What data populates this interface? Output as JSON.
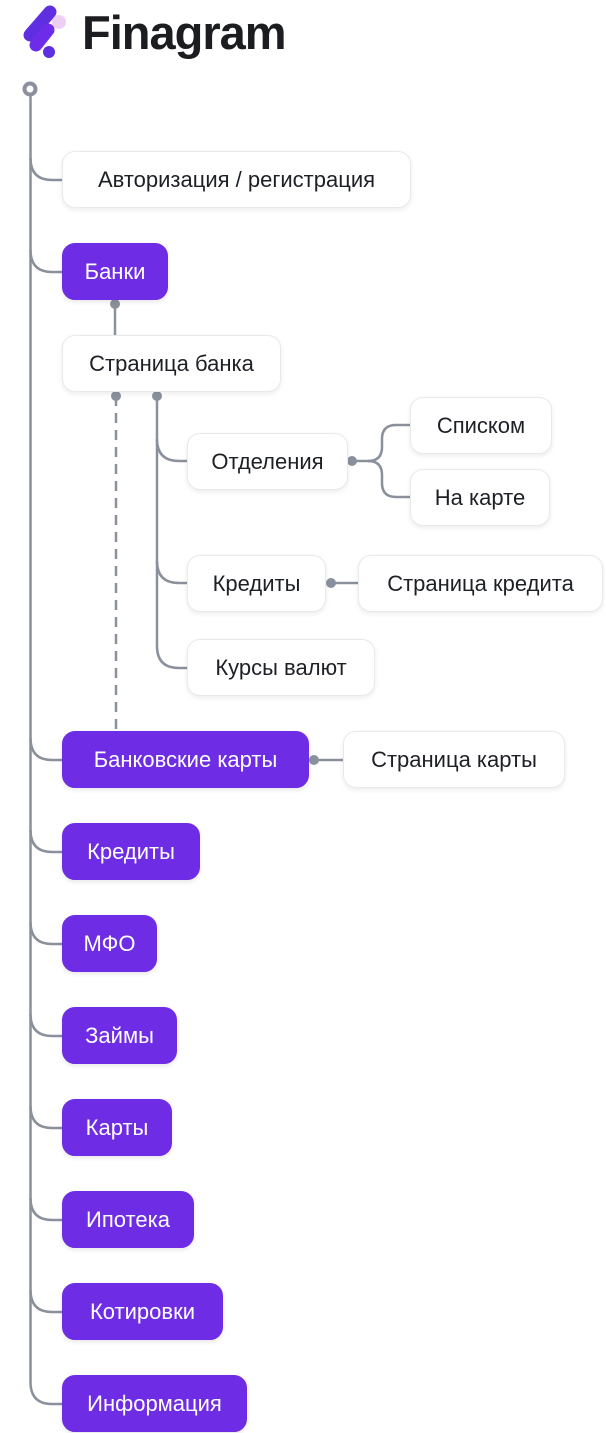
{
  "header": {
    "brand": "Finagram"
  },
  "colors": {
    "primary_purple": "#6E2DE4",
    "connector_gray": "#8A919C",
    "node_background": "#FFFFFF",
    "node_border": "#E7E9ED",
    "text_dark": "#1D2025",
    "text_on_primary": "#FFFFFF",
    "logo_bar_purple": "#5F2EE0",
    "logo_accent_pink": "#EDCFF4"
  },
  "sitemap": {
    "nodes": [
      {
        "id": "auth",
        "label": "Авторизация / регистрация",
        "variant": "default"
      },
      {
        "id": "banks",
        "label": "Банки",
        "variant": "primary"
      },
      {
        "id": "bank-page",
        "label": "Страница банка",
        "variant": "default"
      },
      {
        "id": "branches",
        "label": "Отделения",
        "variant": "default"
      },
      {
        "id": "list-view",
        "label": "Списком",
        "variant": "default"
      },
      {
        "id": "map-view",
        "label": "На карте",
        "variant": "default"
      },
      {
        "id": "credits-sub",
        "label": "Кредиты",
        "variant": "default"
      },
      {
        "id": "credit-page",
        "label": "Страница кредита",
        "variant": "default"
      },
      {
        "id": "currency",
        "label": "Курсы валют",
        "variant": "default"
      },
      {
        "id": "bank-cards",
        "label": "Банковские карты",
        "variant": "primary"
      },
      {
        "id": "card-page",
        "label": "Страница карты",
        "variant": "default"
      },
      {
        "id": "credits",
        "label": "Кредиты",
        "variant": "primary"
      },
      {
        "id": "mfo",
        "label": "МФО",
        "variant": "primary"
      },
      {
        "id": "loans",
        "label": "Займы",
        "variant": "primary"
      },
      {
        "id": "cards",
        "label": "Карты",
        "variant": "primary"
      },
      {
        "id": "mortgage",
        "label": "Ипотека",
        "variant": "primary"
      },
      {
        "id": "quotes",
        "label": "Котировки",
        "variant": "primary"
      },
      {
        "id": "info",
        "label": "Информация",
        "variant": "primary"
      }
    ]
  }
}
